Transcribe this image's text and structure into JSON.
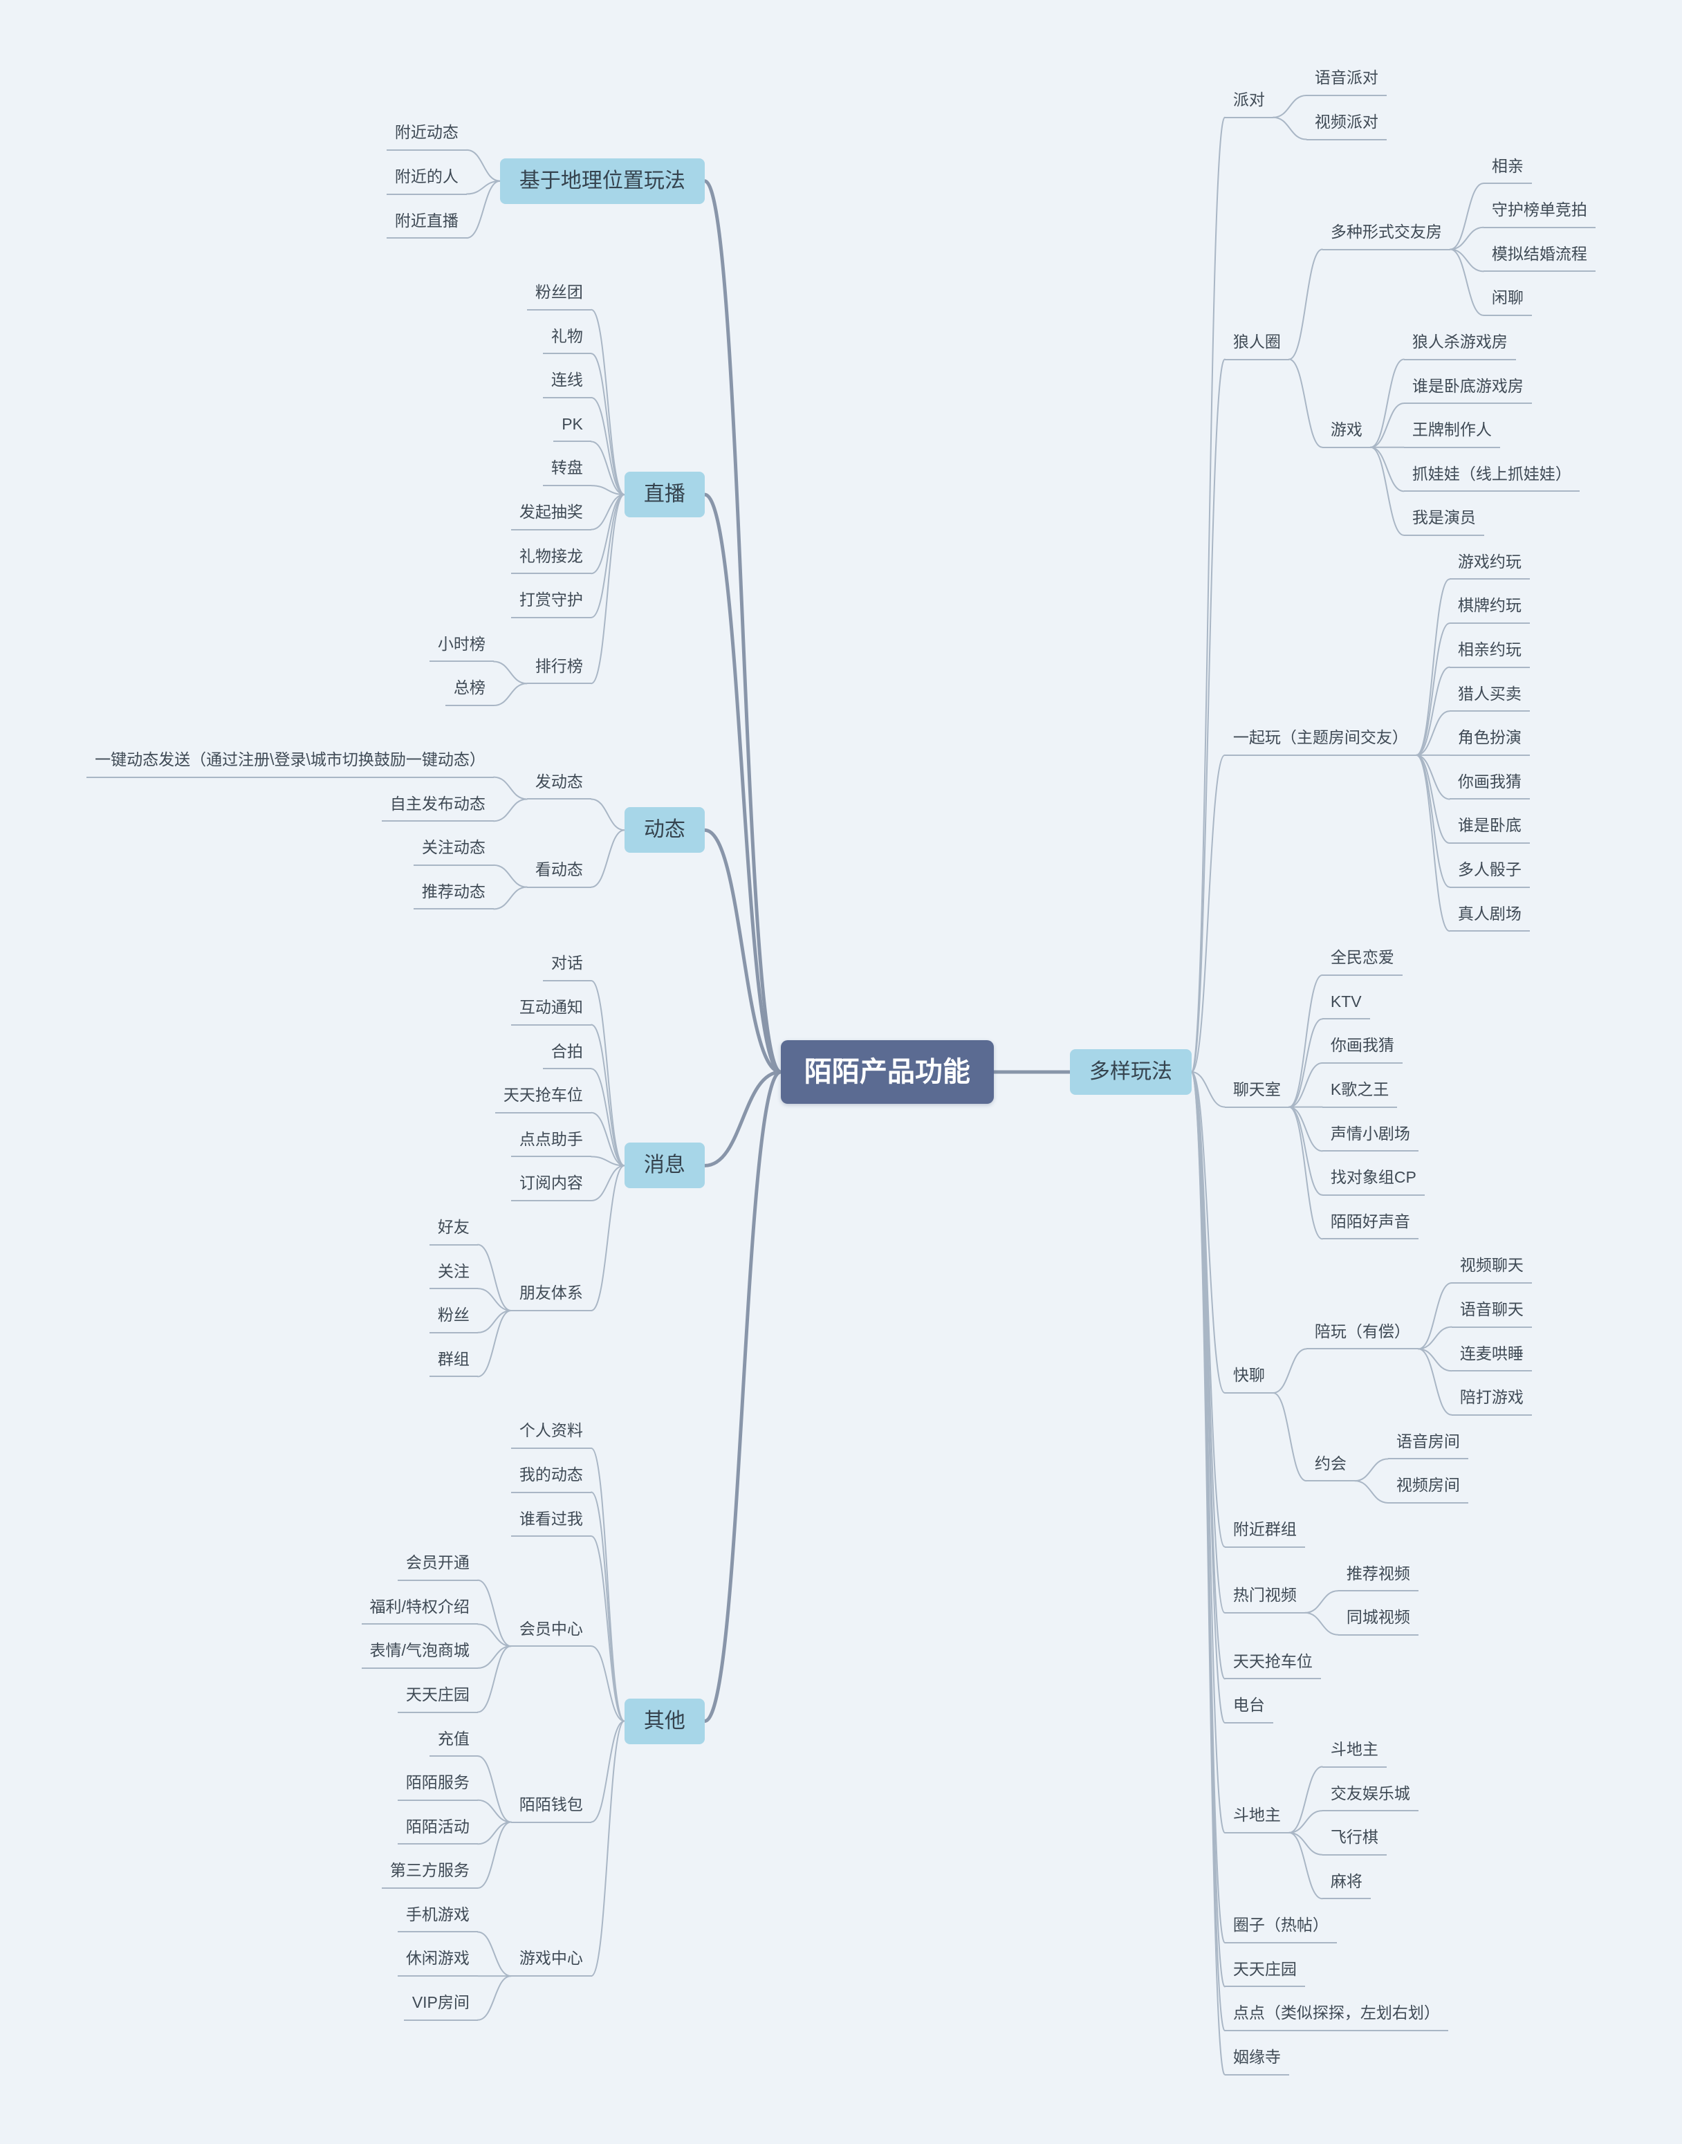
{
  "app": {
    "title": "陌陌产品功能思维导图"
  },
  "style": {
    "background": "#eef3f8",
    "central_bg": "#5b6b92",
    "central_text": "#ffffff",
    "branch_bg": "#a7d6e8",
    "branch_text": "#35434e",
    "leaf_text": "#3f4a55",
    "line_color": "#a9b6c5",
    "root_line_color": "#8895a9"
  },
  "mindmap": {
    "root": {
      "label": "陌陌产品功能"
    },
    "left": [
      {
        "label": "基于地理位置玩法",
        "children": [
          {
            "label": "附近动态"
          },
          {
            "label": "附近的人"
          },
          {
            "label": "附近直播"
          }
        ]
      },
      {
        "label": "直播",
        "children": [
          {
            "label": "粉丝团"
          },
          {
            "label": "礼物"
          },
          {
            "label": "连线"
          },
          {
            "label": "PK"
          },
          {
            "label": "转盘"
          },
          {
            "label": "发起抽奖"
          },
          {
            "label": "礼物接龙"
          },
          {
            "label": "打赏守护"
          },
          {
            "label": "排行榜",
            "children": [
              {
                "label": "小时榜"
              },
              {
                "label": "总榜"
              }
            ]
          }
        ]
      },
      {
        "label": "动态",
        "children": [
          {
            "label": "发动态",
            "children": [
              {
                "label": "一键动态发送（通过注册\\登录\\城市切换鼓励一键动态）"
              },
              {
                "label": "自主发布动态"
              }
            ]
          },
          {
            "label": "看动态",
            "children": [
              {
                "label": "关注动态"
              },
              {
                "label": "推荐动态"
              }
            ]
          }
        ]
      },
      {
        "label": "消息",
        "children": [
          {
            "label": "对话"
          },
          {
            "label": "互动通知"
          },
          {
            "label": "合拍"
          },
          {
            "label": "天天抢车位"
          },
          {
            "label": "点点助手"
          },
          {
            "label": "订阅内容"
          },
          {
            "label": "朋友体系",
            "children": [
              {
                "label": "好友"
              },
              {
                "label": "关注"
              },
              {
                "label": "粉丝"
              },
              {
                "label": "群组"
              }
            ]
          }
        ]
      },
      {
        "label": "其他",
        "children": [
          {
            "label": "个人资料"
          },
          {
            "label": "我的动态"
          },
          {
            "label": "谁看过我"
          },
          {
            "label": "会员中心",
            "children": [
              {
                "label": "会员开通"
              },
              {
                "label": "福利/特权介绍"
              },
              {
                "label": "表情/气泡商城"
              },
              {
                "label": "天天庄园"
              }
            ]
          },
          {
            "label": "陌陌钱包",
            "children": [
              {
                "label": "充值"
              },
              {
                "label": "陌陌服务"
              },
              {
                "label": "陌陌活动"
              },
              {
                "label": "第三方服务"
              }
            ]
          },
          {
            "label": "游戏中心",
            "children": [
              {
                "label": "手机游戏"
              },
              {
                "label": "休闲游戏"
              },
              {
                "label": "VIP房间"
              }
            ]
          }
        ]
      }
    ],
    "right": [
      {
        "label": "多样玩法",
        "children": [
          {
            "label": "派对",
            "children": [
              {
                "label": "语音派对"
              },
              {
                "label": "视频派对"
              }
            ]
          },
          {
            "label": "狼人圈",
            "children": [
              {
                "label": "多种形式交友房",
                "children": [
                  {
                    "label": "相亲"
                  },
                  {
                    "label": "守护榜单竞拍"
                  },
                  {
                    "label": "模拟结婚流程"
                  },
                  {
                    "label": "闲聊"
                  }
                ]
              },
              {
                "label": "游戏",
                "children": [
                  {
                    "label": "狼人杀游戏房"
                  },
                  {
                    "label": "谁是卧底游戏房"
                  },
                  {
                    "label": "王牌制作人"
                  },
                  {
                    "label": "抓娃娃（线上抓娃娃）"
                  },
                  {
                    "label": "我是演员"
                  }
                ]
              }
            ]
          },
          {
            "label": "一起玩（主题房间交友）",
            "children": [
              {
                "label": "游戏约玩"
              },
              {
                "label": "棋牌约玩"
              },
              {
                "label": "相亲约玩"
              },
              {
                "label": "猎人买卖"
              },
              {
                "label": "角色扮演"
              },
              {
                "label": "你画我猜"
              },
              {
                "label": "谁是卧底"
              },
              {
                "label": "多人骰子"
              },
              {
                "label": "真人剧场"
              }
            ]
          },
          {
            "label": "聊天室",
            "children": [
              {
                "label": "全民恋爱"
              },
              {
                "label": "KTV"
              },
              {
                "label": "你画我猜"
              },
              {
                "label": "K歌之王"
              },
              {
                "label": "声情小剧场"
              },
              {
                "label": "找对象组CP"
              },
              {
                "label": "陌陌好声音"
              }
            ]
          },
          {
            "label": "快聊",
            "children": [
              {
                "label": "陪玩（有偿）",
                "children": [
                  {
                    "label": "视频聊天"
                  },
                  {
                    "label": "语音聊天"
                  },
                  {
                    "label": "连麦哄睡"
                  },
                  {
                    "label": "陪打游戏"
                  }
                ]
              },
              {
                "label": "约会",
                "children": [
                  {
                    "label": "语音房间"
                  },
                  {
                    "label": "视频房间"
                  }
                ]
              }
            ]
          },
          {
            "label": "附近群组"
          },
          {
            "label": "热门视频",
            "children": [
              {
                "label": "推荐视频"
              },
              {
                "label": "同城视频"
              }
            ]
          },
          {
            "label": "天天抢车位"
          },
          {
            "label": "电台"
          },
          {
            "label": "斗地主",
            "children": [
              {
                "label": "斗地主"
              },
              {
                "label": "交友娱乐城"
              },
              {
                "label": "飞行棋"
              },
              {
                "label": "麻将"
              }
            ]
          },
          {
            "label": "圈子（热帖）"
          },
          {
            "label": "天天庄园"
          },
          {
            "label": "点点（类似探探，左划右划）"
          },
          {
            "label": "姻缘寺"
          }
        ]
      }
    ]
  }
}
